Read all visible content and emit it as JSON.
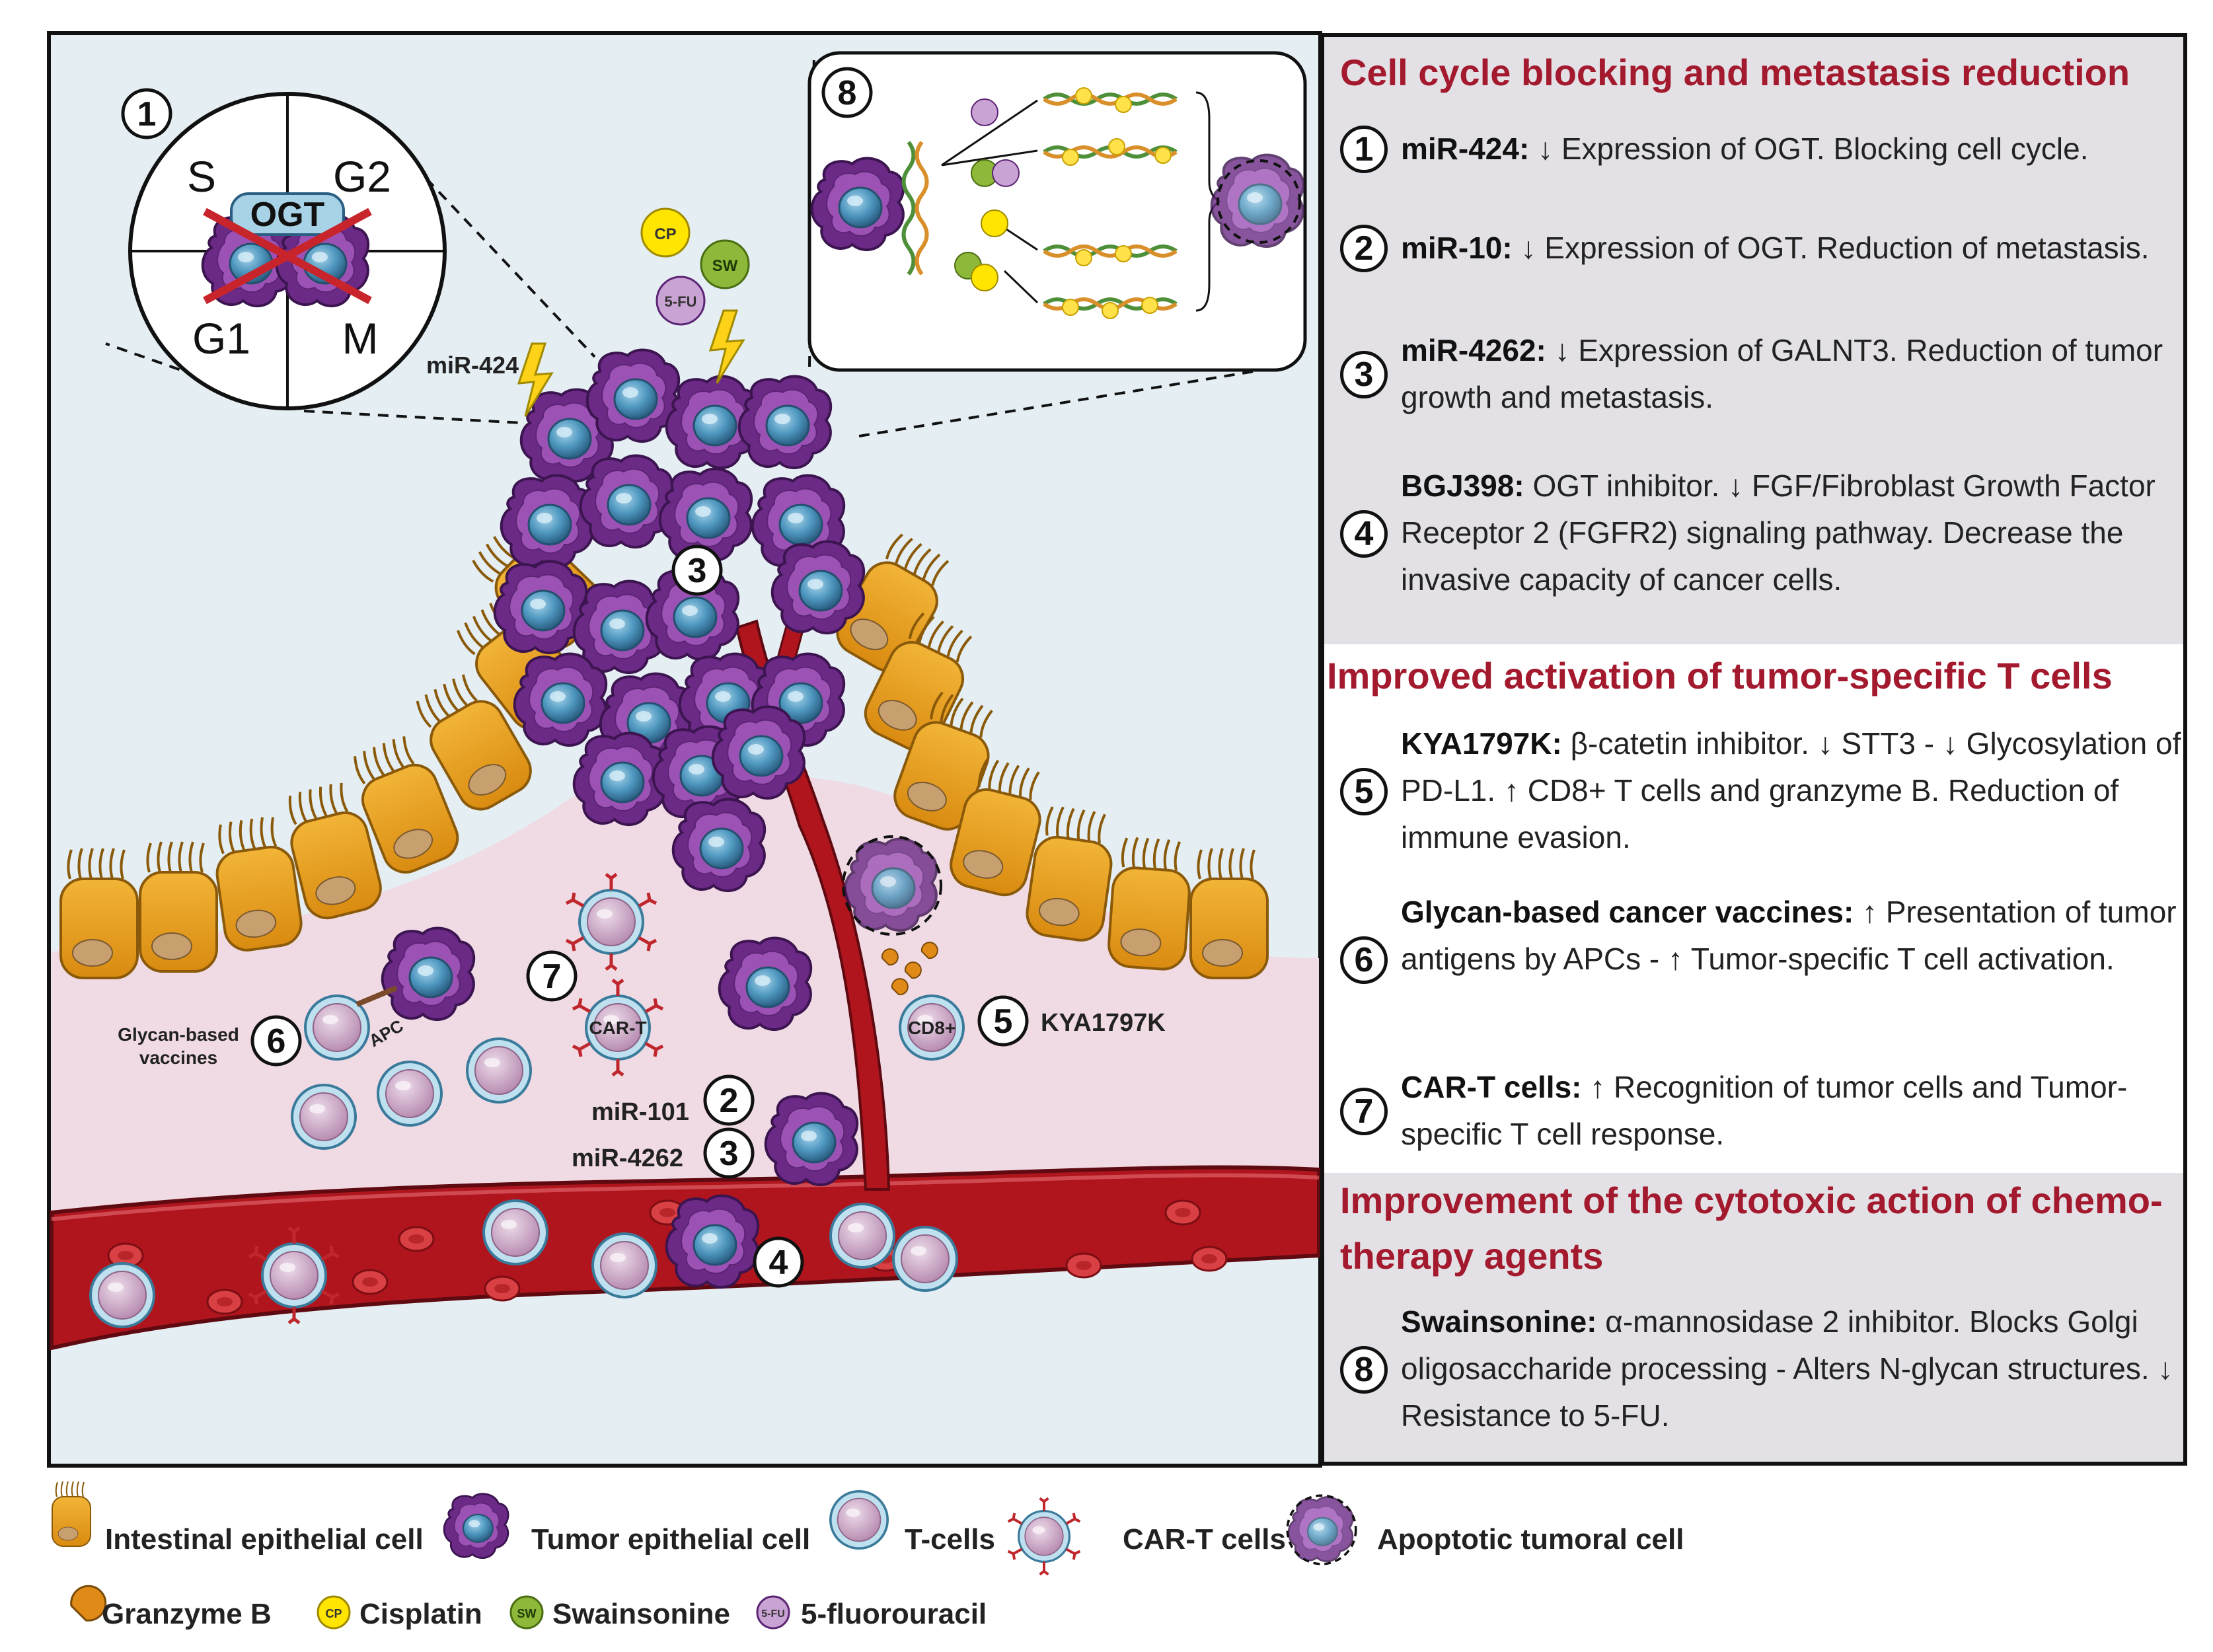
{
  "panel": {
    "sections": [
      {
        "title_lines": [
          "Cell cycle blocking and metastasis reduction"
        ],
        "items": [
          {
            "num": "1",
            "term": "miR-424:",
            "text": "↓ Expression of OGT. Blocking cell cycle."
          },
          {
            "num": "2",
            "term": "miR-10:",
            "text": "↓ Expression of OGT. Reduction of metastasis."
          },
          {
            "num": "3",
            "term": "miR-4262:",
            "text": "↓ Expression of GALNT3. Reduction of tumor growth and metastasis."
          },
          {
            "num": "4",
            "term": "BGJ398:",
            "text": "OGT inhibitor. ↓ FGF/Fibroblast Growth Factor Receptor 2 (FGFR2) signaling pathway. Decrease the invasive capacity of cancer cells."
          }
        ]
      },
      {
        "title_lines": [
          "Improved activation of tumor-specific T cells"
        ],
        "items": [
          {
            "num": "5",
            "term": "KYA1797K:",
            "text": "β-catetin inhibitor. ↓ STT3 - ↓ Glycosylation of PD-L1. ↑ CD8+ T cells and granzyme B. Reduction of immune evasion."
          },
          {
            "num": "6",
            "term": "Glycan-based cancer vaccines:",
            "text": "↑ Presentation of tumor antigens by APCs - ↑ Tumor-specific T cell activation."
          },
          {
            "num": "7",
            "term": "CAR-T cells:",
            "text": "↑ Recognition of tumor cells and Tumor-specific T cell response."
          }
        ]
      },
      {
        "title_lines": [
          "Improvement of the cytotoxic action of chemo-",
          "therapy agents"
        ],
        "items": [
          {
            "num": "8",
            "term": "Swainsonine:",
            "text": "α-mannosidase 2 inhibitor. Blocks Golgi oligosaccharide processing - Alters N-glycan structures. ↓ Resistance to 5-FU."
          }
        ]
      }
    ]
  },
  "illustration": {
    "cell_cycle": {
      "num": "1",
      "phases": [
        "S",
        "G2",
        "G1",
        "M"
      ],
      "enzyme": "OGT"
    },
    "drug_inset": {
      "num": "8"
    },
    "drugs": {
      "cp": "CP",
      "sw": "SW",
      "fu": "5-FU"
    },
    "labels": {
      "mir424": "miR-424",
      "mir101": "miR-101",
      "mir4262": "miR-4262",
      "vaccines_line1": "Glycan-based",
      "vaccines_line2": "vaccines",
      "apc": "APC",
      "cart": "CAR-T",
      "cd8": "CD8+",
      "kya": "KYA1797K"
    },
    "numbers": {
      "n2": "2",
      "n3a": "3",
      "n3b": "3",
      "n4": "4",
      "n5": "5",
      "n6": "6",
      "n7": "7"
    }
  },
  "legend": {
    "intestinal": "Intestinal epithelial cell",
    "tumor": "Tumor epithelial cell",
    "tcells": "T-cells",
    "cart": "CAR-T cells",
    "apoptotic": "Apoptotic tumoral cell",
    "granzyme": "Granzyme B",
    "cisplatin": "Cisplatin",
    "swainsonine": "Swainsonine",
    "fluorouracil": "5-fluorouracil",
    "cp_icon": "CP",
    "sw_icon": "SW",
    "fu_icon": "5-FU"
  },
  "colors": {
    "tumor_outer": "#6b2a86",
    "tumor_nucleus": "#3d83a8",
    "epithelial": "#e9a11d",
    "tissue": "#f0dbe5",
    "background": "#e4eef3",
    "vessel": "#b0151e",
    "tcell": "#c9a4c4",
    "title_red": "#a3192d",
    "panel_gray": "#e3e1e6"
  }
}
